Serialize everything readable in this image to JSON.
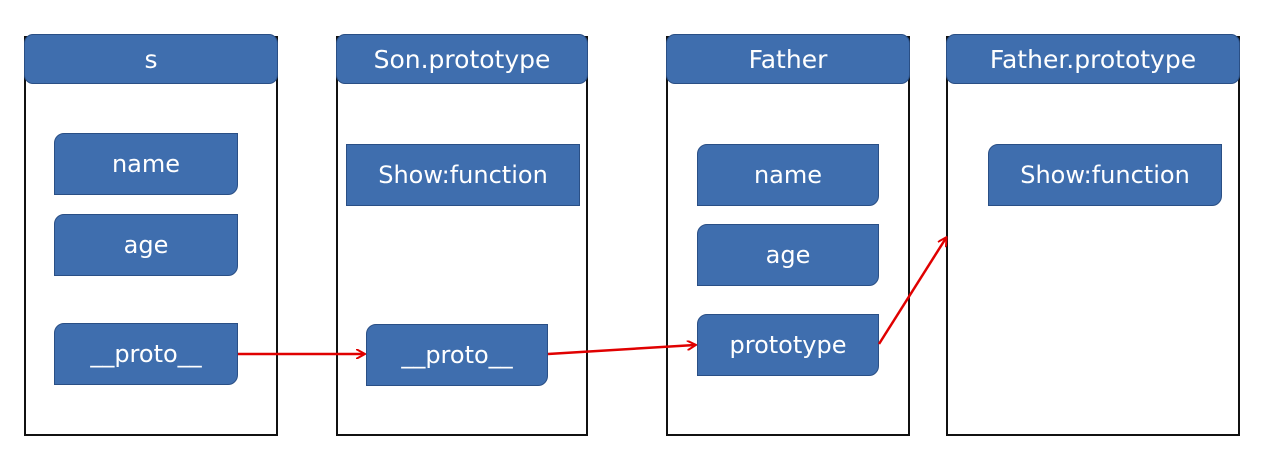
{
  "colors": {
    "box_fill": "#3f6eae",
    "box_border": "#2a4f85",
    "arrow": "#e00000",
    "panel_border": "#111111"
  },
  "panels": [
    {
      "title": "s",
      "fields": [
        "name",
        "age",
        "__proto__"
      ]
    },
    {
      "title": "Son.prototype",
      "fields": [
        "Show:function",
        "__proto__"
      ]
    },
    {
      "title": "Father",
      "fields": [
        "name",
        "age",
        "prototype"
      ]
    },
    {
      "title": "Father.prototype",
      "fields": [
        "Show:function"
      ]
    }
  ]
}
